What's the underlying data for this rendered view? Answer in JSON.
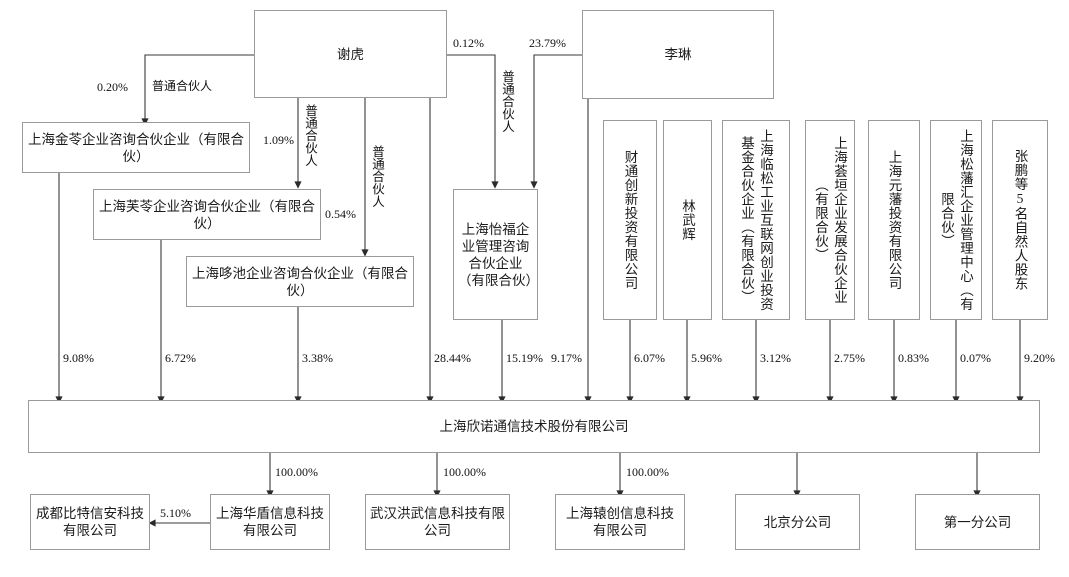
{
  "diagram": {
    "type": "ownership-structure-chart",
    "title_entity": "上海欣诺通信技术股份有限公司"
  },
  "top_persons": [
    {
      "id": "xiehu",
      "label": "谢虎"
    },
    {
      "id": "lilin",
      "label": "李琳"
    }
  ],
  "partnerships": [
    {
      "id": "jinling",
      "label": "上海金苓企业咨询合伙企业（有限合伙）"
    },
    {
      "id": "fuling",
      "label": "上海芙苓企业咨询合伙企业（有限合伙）"
    },
    {
      "id": "duochi",
      "label": "上海哆池企业咨询合伙企业（有限合伙）"
    },
    {
      "id": "yifu",
      "label": "上海怡福企业管理咨询合伙企业（有限合伙）"
    }
  ],
  "shareholders_vertical": [
    {
      "id": "caitong",
      "label": "财通创新投资有限公司"
    },
    {
      "id": "linwuhui",
      "label": "林武辉"
    },
    {
      "id": "linsong",
      "label": "上海临松工业互联网创业投资基金合伙企业（有限合伙）"
    },
    {
      "id": "huiyuan",
      "label": "上海荟垣企业发展合伙企业（有限合伙）"
    },
    {
      "id": "yuanfan",
      "label": "上海元藩投资有限公司"
    },
    {
      "id": "songfan",
      "label": "上海松藩汇企业管理中心（有限合伙）"
    },
    {
      "id": "zhangpeng",
      "label": "张鹏等5名自然人股东"
    }
  ],
  "subsidiaries": [
    {
      "id": "bitexinan",
      "label": "成都比特信安科技有限公司"
    },
    {
      "id": "huadun",
      "label": "上海华盾信息科技有限公司"
    },
    {
      "id": "hongwu",
      "label": "武汉洪武信息科技有限公司"
    },
    {
      "id": "yuanchuang",
      "label": "上海辕创信息科技有限公司"
    },
    {
      "id": "beijing",
      "label": "北京分公司"
    },
    {
      "id": "diyi",
      "label": "第一分公司"
    }
  ],
  "partner_role_labels": {
    "gp_horizontal": "普通合伙人",
    "gp_vertical_1": "普通合伙人",
    "gp_vertical_2": "普通合伙人",
    "gp_vertical_3": "普通合伙人",
    "gp_vertical_4": "普通合伙人"
  },
  "upper_percentages": [
    {
      "id": "xiehu-to-jinling",
      "value": "0.20%"
    },
    {
      "id": "xiehu-to-fuling",
      "value": "1.09%"
    },
    {
      "id": "xiehu-to-duochi",
      "value": "0.54%"
    },
    {
      "id": "xiehu-to-yifu",
      "value": "0.12%"
    },
    {
      "id": "lilin-to-yifu",
      "value": "23.79%"
    }
  ],
  "holding_percentages": [
    {
      "id": "jinling-pct",
      "value": "9.08%"
    },
    {
      "id": "fuling-pct",
      "value": "6.72%"
    },
    {
      "id": "duochi-pct",
      "value": "3.38%"
    },
    {
      "id": "xiehu-pct",
      "value": "28.44%"
    },
    {
      "id": "yifu-pct",
      "value": "15.19%"
    },
    {
      "id": "lilin-pct",
      "value": "9.17%"
    },
    {
      "id": "caitong-pct",
      "value": "6.07%"
    },
    {
      "id": "linwuhui-pct",
      "value": "5.96%"
    },
    {
      "id": "linsong-pct",
      "value": "3.12%"
    },
    {
      "id": "huiyuan-pct",
      "value": "2.75%"
    },
    {
      "id": "yuanfan-pct",
      "value": "0.83%"
    },
    {
      "id": "songfan-pct",
      "value": "0.07%"
    },
    {
      "id": "zhangpeng-pct",
      "value": "9.20%"
    }
  ],
  "subsidiary_percentages": [
    {
      "id": "huadun-pct",
      "value": "100.00%"
    },
    {
      "id": "hongwu-pct",
      "value": "100.00%"
    },
    {
      "id": "yuanchuang-pct",
      "value": "100.00%"
    },
    {
      "id": "huadun-to-bitexinan",
      "value": "5.10%"
    }
  ],
  "colors": {
    "box_border": "#9a9a9a",
    "line": "#3a3a3a",
    "text": "#1a1a1a",
    "background": "#ffffff"
  }
}
